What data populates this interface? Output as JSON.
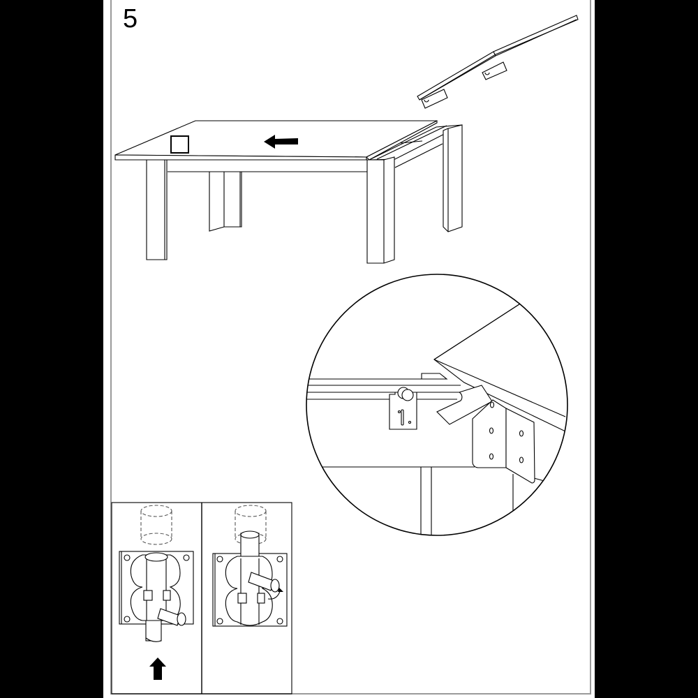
{
  "document": {
    "type": "assembly-instructions",
    "step_number": "5",
    "colors": {
      "background": "#000000",
      "page": "#ffffff",
      "line": "#000000",
      "frame": "#9a9a9a"
    }
  },
  "figures": {
    "extension_leaf": {
      "description": "Folded extension leaf with two hinge brackets, shown tilted above table"
    },
    "table": {
      "description": "Extendable table, top slid open at right end",
      "arrow_direction": "left",
      "marker": "square"
    },
    "detail_circle": {
      "description": "Magnified view of leaf hinge bracket and locking pin on rail"
    },
    "lock_panels": [
      {
        "id": "lock-step-a",
        "description": "Bolt pushed up into sleeve",
        "arrow_direction": "up"
      },
      {
        "id": "lock-step-b",
        "description": "Handle rotated to lock",
        "arrow_direction": "rotate"
      }
    ]
  }
}
